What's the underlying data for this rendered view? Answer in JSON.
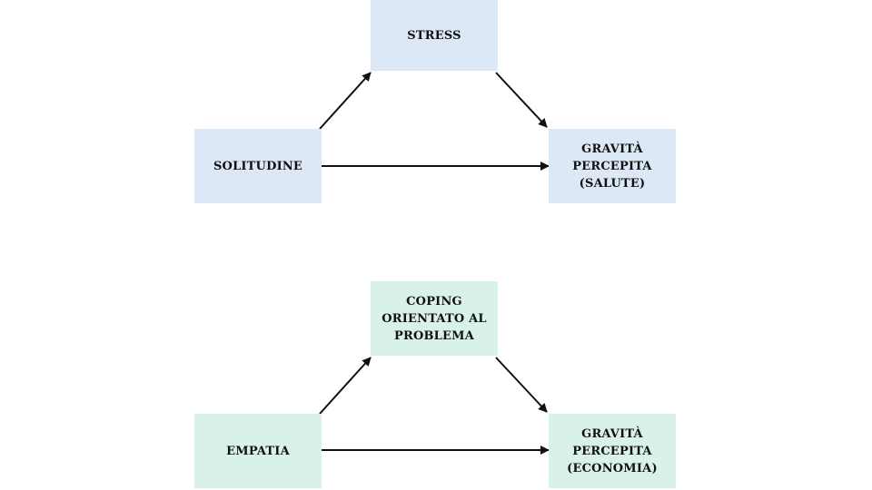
{
  "colors": {
    "panel1_fill": "#dde8f6",
    "panel2_fill": "#d9f1eb",
    "arrow": "#111111"
  },
  "panel1": {
    "mediator": {
      "lines": [
        "STRESS"
      ]
    },
    "predictor": {
      "lines": [
        "SOLITUDINE"
      ]
    },
    "outcome": {
      "lines": [
        "GRAVITÀ",
        "PERCEPITA",
        "(SALUTE)"
      ]
    }
  },
  "panel2": {
    "mediator": {
      "lines": [
        "COPING",
        "ORIENTATO AL",
        "PROBLEMA"
      ]
    },
    "predictor": {
      "lines": [
        "EMPATIA"
      ]
    },
    "outcome": {
      "lines": [
        "GRAVITÀ",
        "PERCEPITA",
        "(ECONOMIA)"
      ]
    }
  }
}
